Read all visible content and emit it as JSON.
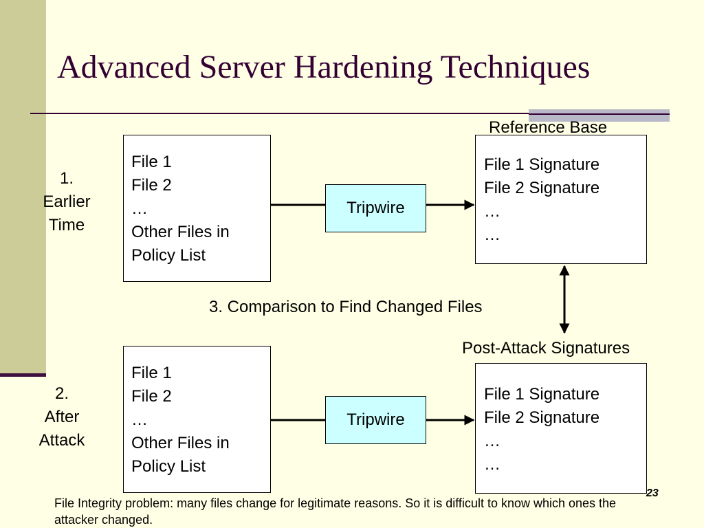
{
  "slide": {
    "title": "Advanced Server Hardening Techniques",
    "page_number": "23",
    "footnote": "File Integrity problem: many files change for legitimate reasons. So it is difficult to know which ones the attacker changed."
  },
  "diagram": {
    "rows": [
      {
        "step_label": [
          "1.",
          "Earlier",
          "Time"
        ],
        "files_box": [
          "File 1",
          "File 2",
          "…",
          "Other Files in",
          "Policy List"
        ],
        "tool_label": "Tripwire",
        "output_title": "Reference Base",
        "output_box": [
          "File 1 Signature",
          "File 2 Signature",
          "…",
          "…"
        ]
      },
      {
        "step_label": [
          "2.",
          "After",
          "Attack"
        ],
        "files_box": [
          "File 1",
          "File 2",
          "…",
          "Other Files in",
          "Policy List"
        ],
        "tool_label": "Tripwire",
        "output_title": "Post-Attack Signatures",
        "output_box": [
          "File 1 Signature",
          "File 2 Signature",
          "…",
          "…"
        ]
      }
    ],
    "comparison_label": "3. Comparison to Find Changed Files"
  },
  "colors": {
    "background": "#FFFFE5",
    "accent_bar": "#CCCC99",
    "title": "#330033",
    "tripwire_fill": "#CCFFFF"
  }
}
